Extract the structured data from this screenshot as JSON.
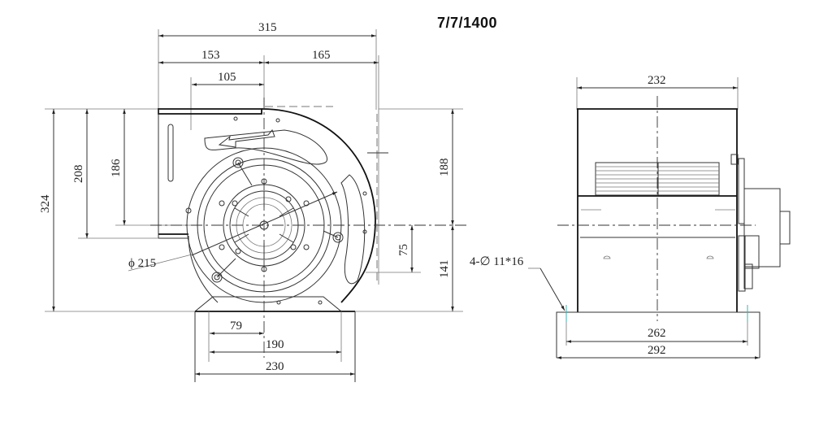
{
  "title": "7/7/1400",
  "front_view": {
    "dimensions": {
      "overall_width": "315",
      "left_of_center": "153",
      "right_of_center": "165",
      "inlet_offset": "105",
      "overall_height": "324",
      "upper_height_208": "208",
      "upper_height_186": "186",
      "outlet_upper": "188",
      "outlet_lower": "141",
      "lower_offset": "75",
      "diameter": "ϕ 215",
      "base_79": "79",
      "base_190": "190",
      "base_230": "230"
    }
  },
  "side_view": {
    "dimensions": {
      "width": "232",
      "base_inner": "262",
      "base_outer": "292",
      "holes": "4-∅ 11*16"
    }
  }
}
